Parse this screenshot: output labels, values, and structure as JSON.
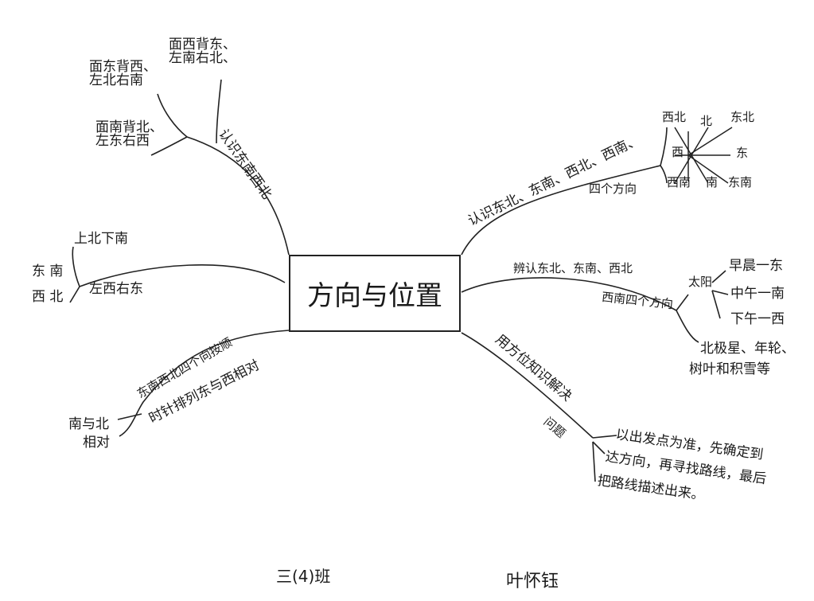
{
  "title": "方向与位置",
  "branches": {
    "recognize_four": {
      "label": "认识东南西北",
      "items": [
        "面东背西、左北右南",
        "面西背东、左南右北、",
        "面南背北、左东右西"
      ]
    },
    "map_rule": {
      "items": [
        "上北下南",
        "左西右东",
        "东 南",
        "西 北"
      ]
    },
    "clockwise": {
      "line1": "东南西北四个向按顺",
      "line2": "时针排列东与西相对",
      "opposite": [
        "南与北",
        "相对"
      ]
    },
    "recognize_eight": {
      "line1": "认识东北、东南、西北、西南、",
      "line2": "四个方向",
      "compass": [
        "北",
        "东北",
        "东",
        "东南",
        "南",
        "西南",
        "西",
        "西北"
      ]
    },
    "identify": {
      "line1": "辨认东北、东南、西北",
      "line2": "西南四个方向",
      "sun": "太阳",
      "sun_items": [
        "早晨一东",
        "中午一南",
        "下午一西"
      ],
      "other": [
        "北极星、年轮、",
        "树叶和积雪等"
      ]
    },
    "solve": {
      "line1": "用方位知识解决",
      "line2": "问题",
      "steps": [
        "以出发点为准，先确定到",
        "达方向，再寻找路线，最后",
        "把路线描述出来。"
      ]
    }
  },
  "footer": {
    "class_name": "三(4)班",
    "author": "叶怀钰"
  }
}
